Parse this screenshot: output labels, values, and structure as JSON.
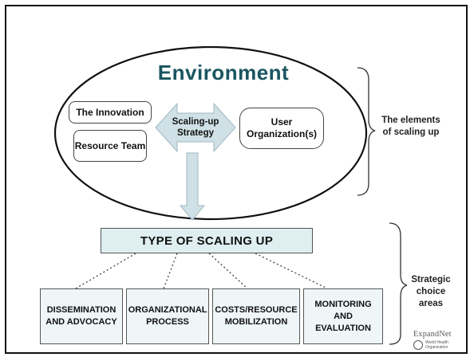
{
  "environment_title": "Environment",
  "elements": {
    "innovation": "The Innovation",
    "resource_team": "Resource Team",
    "strategy": "Scaling-up Strategy",
    "user_org": "User Organization(s)"
  },
  "side_labels": {
    "elements": "The elements of scaling up",
    "strategic": "Strategic choice areas"
  },
  "type_box": "TYPE OF SCALING UP",
  "choice_areas": [
    "DISSEMINATION AND ADVOCACY",
    "ORGANIZATIONAL PROCESS",
    "COSTS/RESOURCE MOBILIZATION",
    "MONITORING AND EVALUATION"
  ],
  "logo": {
    "name": "ExpandNet",
    "org": "World Health Organization"
  },
  "colors": {
    "title": "#1a5560",
    "arrow_fill": "#cfe1e6",
    "box_fill": "#eef6f8"
  }
}
